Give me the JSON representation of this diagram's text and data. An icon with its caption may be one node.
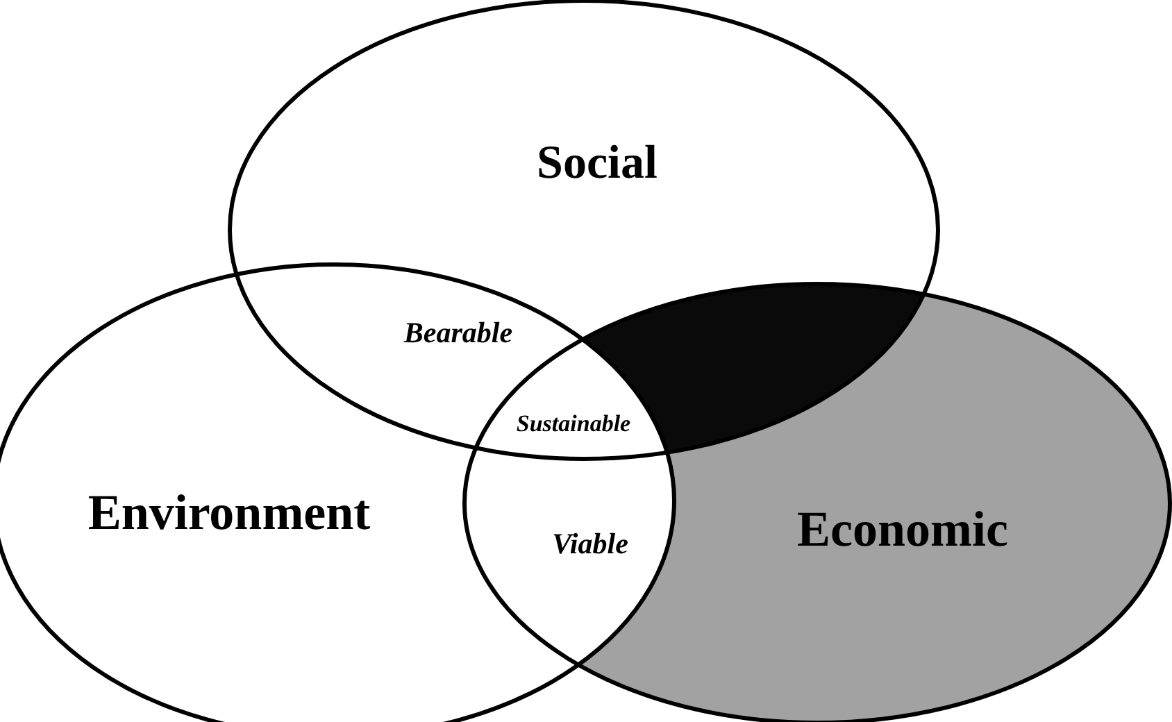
{
  "diagram": {
    "nodes": [
      {
        "text": [
          "Social"
        ]
      },
      {
        "text": [
          "Environment"
        ]
      },
      {
        "text": [
          "Economic"
        ]
      }
    ],
    "labels": [
      "Bearable",
      "Sustainable",
      "Viable"
    ]
  }
}
